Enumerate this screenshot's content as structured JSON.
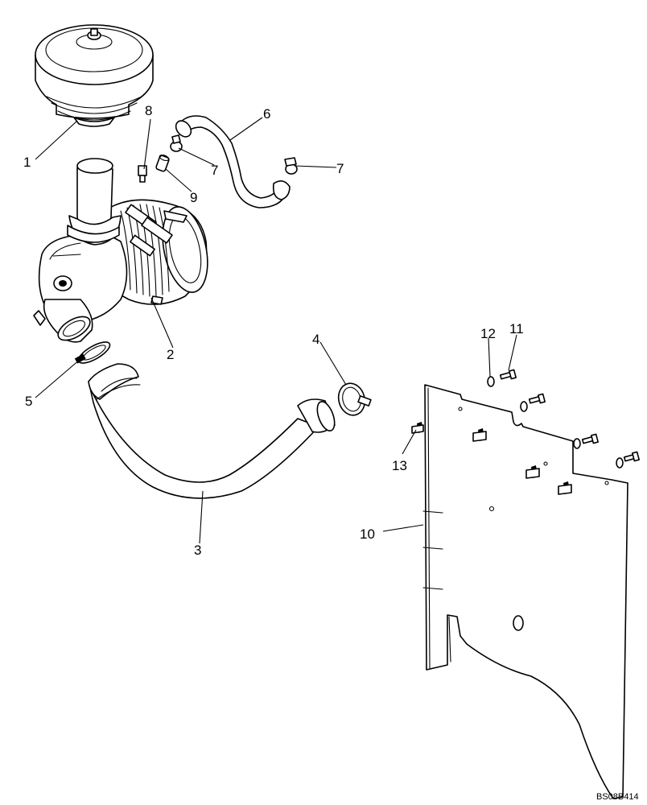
{
  "callouts": {
    "c1": "1",
    "c2": "2",
    "c3": "3",
    "c4": "4",
    "c5": "5",
    "c6": "6",
    "c7a": "7",
    "c7b": "7",
    "c8": "8",
    "c9": "9",
    "c10": "10",
    "c11": "11",
    "c12": "12",
    "c13": "13"
  },
  "drawing_ref": "BS08B414"
}
